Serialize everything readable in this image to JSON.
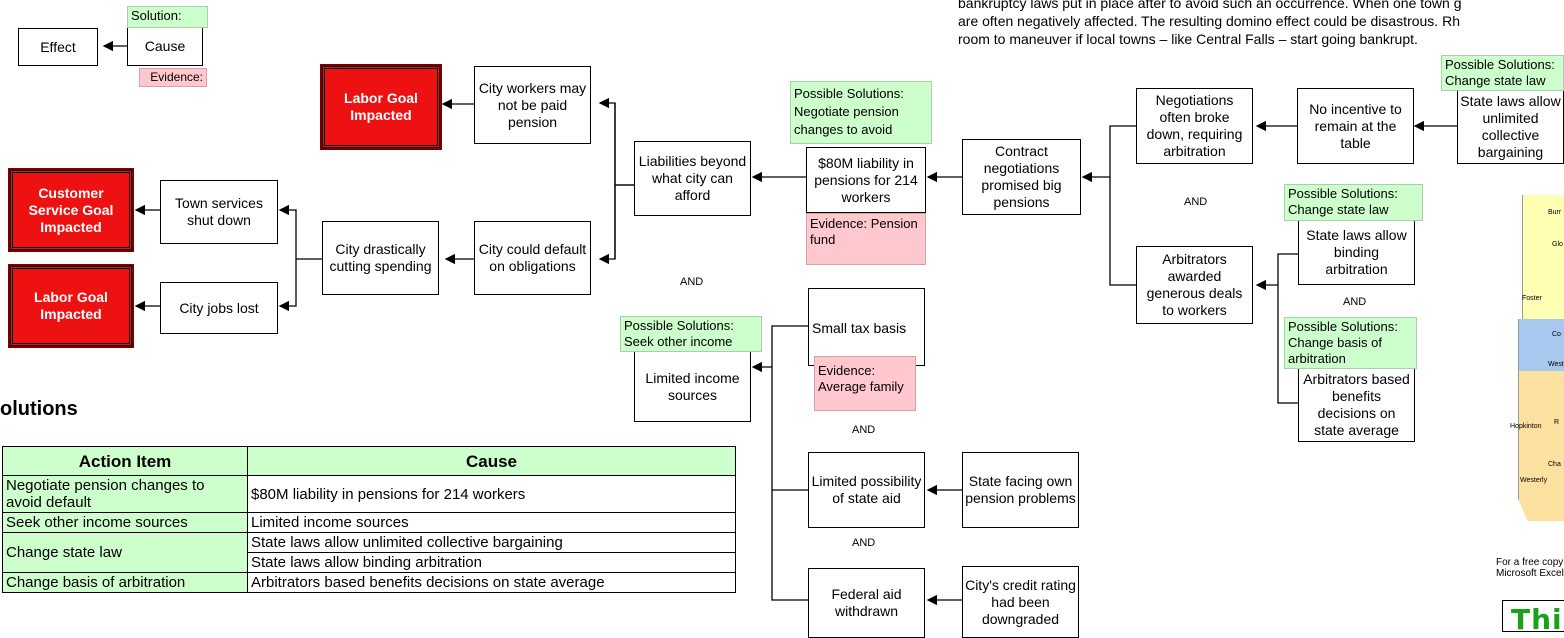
{
  "legend": {
    "solution": "Solution:",
    "cause": "Cause",
    "effect": "Effect",
    "evidence": "Evidence:"
  },
  "intro_text": {
    "line1": "bankruptcy laws put in place after to avoid such an occurrence.  When one town g",
    "line2": "are often negatively affected.  The resulting domino effect could be disastrous.  Rh",
    "line3": "room to maneuver if local towns – like Central Falls – start going bankrupt."
  },
  "goals": {
    "labor_1": "Labor Goal Impacted",
    "customer": "Customer Service Goal Impacted",
    "labor_2": "Labor Goal Impacted"
  },
  "nodes": {
    "city_workers": "City workers may not be paid pension",
    "town_services": "Town services shut down",
    "city_jobs": "City jobs lost",
    "city_cutting": "City drastically cutting spending",
    "city_default": "City could default on obligations",
    "liabilities": "Liabilities beyond what city can afford",
    "liability_80m": "$80M liability in pensions for 214 workers",
    "contract": "Contract negotiations promised big pensions",
    "negotiations": "Negotiations often broke down, requiring arbitration",
    "no_incentive": "No incentive to remain at the table",
    "state_unlimited": "State laws allow unlimited collective bargaining",
    "state_binding": "State laws allow binding arbitration",
    "arbitrators_awarded": "Arbitrators awarded generous deals to workers",
    "arbitrators_based": "Arbitrators based benefits decisions on state average",
    "small_tax": "Small tax basis",
    "limited_income": "Limited income sources",
    "limited_aid": "Limited possibility of state aid",
    "state_pension": "State facing own pension problems",
    "federal_aid": "Federal aid withdrawn",
    "credit_rating": "City's credit rating had been downgraded"
  },
  "solutions": {
    "negotiate": "Possible Solutions: Negotiate pension changes to avoid",
    "seek_income": "Possible Solutions: Seek other income",
    "change_law_top": "Possible Solutions: Change state law",
    "change_law_mid": "Possible Solutions: Change state law",
    "change_basis": "Possible Solutions: Change basis of arbitration"
  },
  "evidence": {
    "pension_fund": "Evidence: Pension fund",
    "average_family": "Evidence: Average family"
  },
  "and_labels": [
    "AND",
    "AND",
    "AND",
    "AND",
    "AND"
  ],
  "solutions_section": {
    "heading": "olutions",
    "columns": [
      "Action Item",
      "Cause"
    ],
    "rows": [
      {
        "action": "Negotiate pension changes to avoid default",
        "cause": "$80M liability in pensions for 214 workers"
      },
      {
        "action": "Seek other income sources",
        "cause": "Limited income sources"
      },
      {
        "action": "Change state law",
        "cause": "State laws allow unlimited collective bargaining"
      },
      {
        "action": "",
        "cause": "State laws allow binding arbitration"
      },
      {
        "action": "Change basis of arbitration",
        "cause": "Arbitrators based benefits decisions on state average"
      }
    ]
  },
  "map_labels": [
    "Burr",
    "Glo",
    "Foster",
    "Co",
    "West",
    "Hopkinton",
    "R",
    "Cha",
    "Westerly"
  ],
  "footer_text": {
    "line1": "For a free copy o",
    "line2": "Microsoft Excel,"
  },
  "logo_text": "Thi",
  "colors": {
    "goal_red": "#ee1111",
    "solution_green": "#ccffcc",
    "evidence_pink": "#ffc7ce"
  }
}
